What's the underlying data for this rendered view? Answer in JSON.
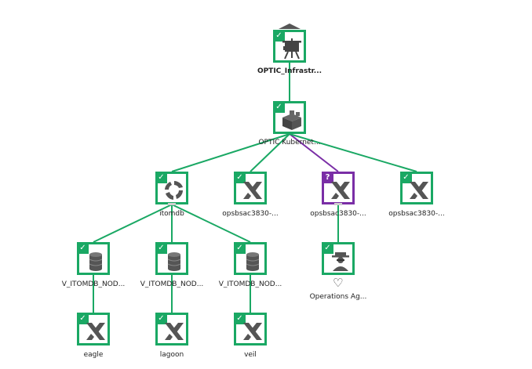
{
  "colors": {
    "ok": "#1aa864",
    "unknown": "#7a2ea6",
    "edge_ok": "#1aa864",
    "edge_unknown": "#7a2ea6"
  },
  "nodes": {
    "root": {
      "label": "OPTIC_Infrastr...",
      "status": "ok",
      "badge": "✓",
      "icon": "presentation-board-icon"
    },
    "k8s": {
      "label": "OPTIC Kubernet...",
      "status": "ok",
      "badge": "✓",
      "icon": "cubes-stack-icon"
    },
    "itomdb": {
      "label": "itomdb",
      "status": "ok",
      "badge": "✓",
      "icon": "circular-arrows-icon"
    },
    "ops1": {
      "label": "opsbsac3830-...",
      "status": "ok",
      "badge": "✓",
      "icon": "x-logo-icon"
    },
    "ops2": {
      "label": "opsbsac3830-...",
      "status": "unknown",
      "badge": "?",
      "icon": "x-logo-icon"
    },
    "ops3": {
      "label": "opsbsac3830-...",
      "status": "ok",
      "badge": "✓",
      "icon": "x-logo-icon"
    },
    "db1": {
      "label": "V_ITOMDB_NOD...",
      "status": "ok",
      "badge": "✓",
      "icon": "database-icon"
    },
    "db2": {
      "label": "V_ITOMDB_NOD...",
      "status": "ok",
      "badge": "✓",
      "icon": "database-icon"
    },
    "db3": {
      "label": "V_ITOMDB_NOD...",
      "status": "ok",
      "badge": "✓",
      "icon": "database-icon"
    },
    "agent": {
      "label": "Operations Ag...",
      "status": "ok",
      "badge": "✓",
      "icon": "agent-person-icon",
      "extra_icon": "heart-outline-icon",
      "extra_glyph": "♡"
    },
    "eagle": {
      "label": "eagle",
      "status": "ok",
      "badge": "✓",
      "icon": "x-logo-icon"
    },
    "lagoon": {
      "label": "lagoon",
      "status": "ok",
      "badge": "✓",
      "icon": "x-logo-icon"
    },
    "veil": {
      "label": "veil",
      "status": "ok",
      "badge": "✓",
      "icon": "x-logo-icon"
    }
  },
  "edges": [
    {
      "from": "root",
      "to": "k8s",
      "status": "ok"
    },
    {
      "from": "k8s",
      "to": "itomdb",
      "status": "ok"
    },
    {
      "from": "k8s",
      "to": "ops1",
      "status": "ok"
    },
    {
      "from": "k8s",
      "to": "ops2",
      "status": "unknown"
    },
    {
      "from": "k8s",
      "to": "ops3",
      "status": "ok"
    },
    {
      "from": "itomdb",
      "to": "db1",
      "status": "ok"
    },
    {
      "from": "itomdb",
      "to": "db2",
      "status": "ok"
    },
    {
      "from": "itomdb",
      "to": "db3",
      "status": "ok"
    },
    {
      "from": "ops2",
      "to": "agent",
      "status": "ok"
    },
    {
      "from": "db1",
      "to": "eagle",
      "status": "ok"
    },
    {
      "from": "db2",
      "to": "lagoon",
      "status": "ok"
    },
    {
      "from": "db3",
      "to": "veil",
      "status": "ok"
    }
  ],
  "root_collapse_icon": "collapse-caret-icon"
}
